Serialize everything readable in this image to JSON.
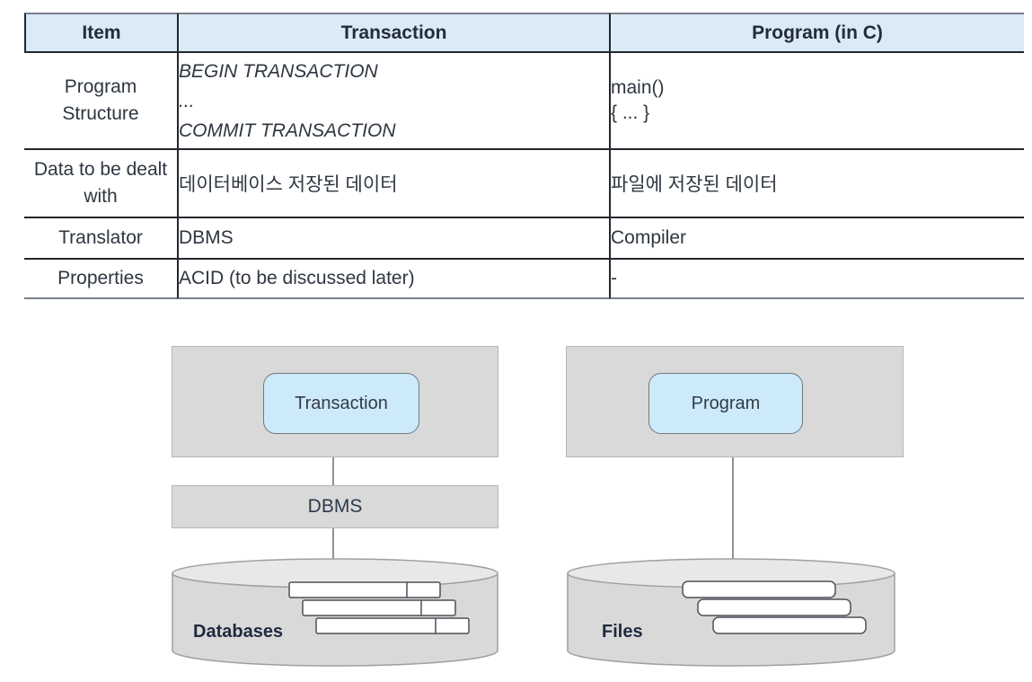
{
  "table": {
    "headers": [
      "Item",
      "Transaction",
      "Program (in C)"
    ],
    "rows": {
      "program_structure": {
        "item": "Program Structure",
        "transaction_line1": "BEGIN TRANSACTION",
        "transaction_line2": "...",
        "transaction_line3": "COMMIT TRANSACTION",
        "program_line1": "main()",
        "program_line2": "{ ... }"
      },
      "data_dealt": {
        "item": "Data to be dealt with",
        "transaction": "데이터베이스 저장된 데이터",
        "program": "파일에 저장된 데이터"
      },
      "translator": {
        "item": "Translator",
        "transaction": "DBMS",
        "program": "Compiler"
      },
      "properties": {
        "item": "Properties",
        "transaction": "ACID (to be discussed later)",
        "program": "-"
      }
    }
  },
  "diagram": {
    "transaction_stack": {
      "top_box_label": "Transaction",
      "middle_box_label": "DBMS",
      "store_label": "Databases"
    },
    "program_stack": {
      "top_box_label": "Program",
      "store_label": "Files"
    }
  },
  "colors": {
    "table_header_bg": "#daeaf7",
    "diagram_panel_gray": "#d9d9d9",
    "diagram_box_blue": "#cdeafb",
    "table_border_dark": "#23272d",
    "table_border_outer": "#79808a",
    "text_dark": "#2e3640",
    "store_label_dark": "#1f2940"
  }
}
